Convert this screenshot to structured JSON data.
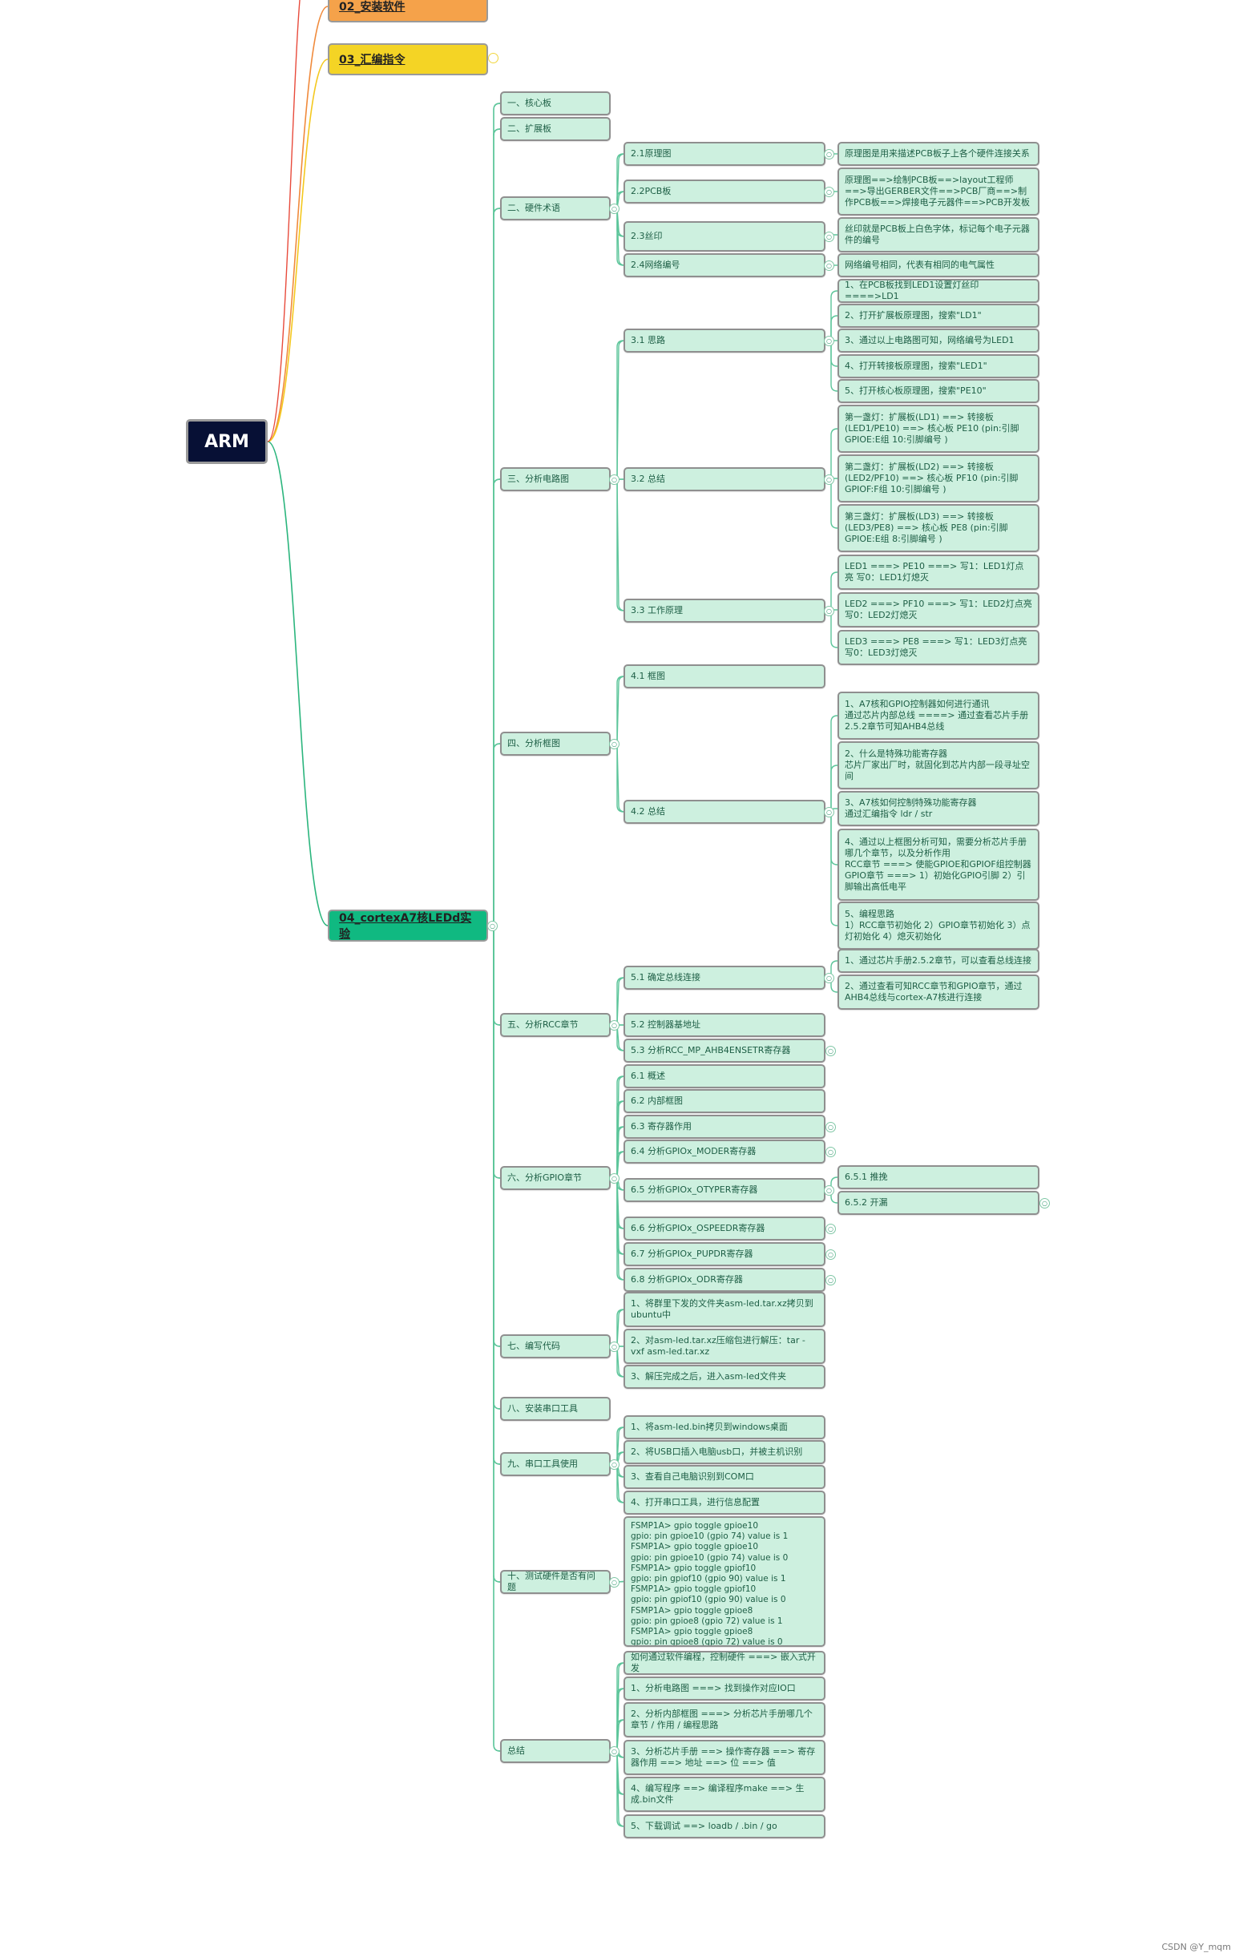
{
  "root": {
    "label": "ARM"
  },
  "top_topics": [
    {
      "label": "02_安装软件",
      "color": "#f5a24a"
    },
    {
      "label": "03_汇编指令",
      "color": "#f4d425"
    },
    {
      "label": "04_cortexA7核LEDd实验",
      "color": "#10b981"
    }
  ],
  "sections": [
    {
      "label": "一、核心板",
      "children": []
    },
    {
      "label": "二、扩展板",
      "children": []
    },
    {
      "label": "二、硬件术语",
      "children": [
        {
          "label": "2.1原理图",
          "children": [
            {
              "label": "原理图是用来描述PCB板子上各个硬件连接关系"
            }
          ]
        },
        {
          "label": "2.2PCB板",
          "children": [
            {
              "label": "原理图==>绘制PCB板==>layout工程师==>导出GERBER文件==>PCB厂商==>制作PCB板==>焊接电子元器件==>PCB开发板"
            }
          ]
        },
        {
          "label": "2.3丝印",
          "children": [
            {
              "label": "丝印就是PCB板上白色字体，标记每个电子元器件的编号"
            }
          ]
        },
        {
          "label": "2.4网络编号",
          "children": [
            {
              "label": "网络编号相同，代表有相同的电气属性"
            }
          ]
        }
      ]
    },
    {
      "label": "三、分析电路图",
      "children": [
        {
          "label": "3.1 思路",
          "children": [
            {
              "label": "1、在PCB板找到LED1设置灯丝印====>LD1"
            },
            {
              "label": "2、打开扩展板原理图，搜索\"LD1\""
            },
            {
              "label": "3、通过以上电路图可知，网络编号为LED1"
            },
            {
              "label": "4、打开转接板原理图，搜索\"LED1\""
            },
            {
              "label": "5、打开核心板原理图，搜索\"PE10\""
            }
          ]
        },
        {
          "label": "3.2 总结",
          "children": [
            {
              "label": "第一盏灯：扩展板(LD1) ==> 转接板(LED1/PE10) ==> 核心板 PE10 (pin:引脚 GPIOE:E组 10:引脚编号 )"
            },
            {
              "label": "第二盏灯：扩展板(LD2) ==> 转接板(LED2/PF10) ==> 核心板 PF10 (pin:引脚 GPIOF:F组 10:引脚编号 )"
            },
            {
              "label": "第三盏灯：扩展板(LD3) ==> 转接板(LED3/PE8) ==> 核心板 PE8 (pin:引脚 GPIOE:E组 8:引脚编号 )"
            }
          ]
        },
        {
          "label": "3.3 工作原理",
          "children": [
            {
              "label": "LED1 ===> PE10  ===> 写1：LED1灯点亮 写0：LED1灯熄灭"
            },
            {
              "label": "LED2 ===> PF10  ===> 写1：LED2灯点亮 写0：LED2灯熄灭"
            },
            {
              "label": "LED3 ===> PE8   ===> 写1：LED3灯点亮  写0：LED3灯熄灭"
            }
          ]
        }
      ]
    },
    {
      "label": "四、分析框图",
      "children": [
        {
          "label": "4.1 框图",
          "children": []
        },
        {
          "label": "4.2 总结",
          "children": [
            {
              "label": "1、A7核和GPIO控制器如何进行通讯\n通过芯片内部总线 ====> 通过查看芯片手册2.5.2章节可知AHB4总线"
            },
            {
              "label": "2、什么是特殊功能寄存器\n芯片厂家出厂时，就固化到芯片内部一段寻址空间"
            },
            {
              "label": "3、A7核如何控制特殊功能寄存器\n通过汇编指令 ldr / str"
            },
            {
              "label": "4、通过以上框图分析可知，需要分析芯片手册哪几个章节，以及分析作用\nRCC章节 ===> 使能GPIOE和GPIOF组控制器\nGPIO章节 ===> 1）初始化GPIO引脚 2）引脚输出高低电平"
            },
            {
              "label": "5、编程思路\n1）RCC章节初始化 2）GPIO章节初始化 3）点灯初始化 4）熄灭初始化"
            }
          ]
        }
      ]
    },
    {
      "label": "五、分析RCC章节",
      "children": [
        {
          "label": "5.1 确定总线连接",
          "children": [
            {
              "label": "1、通过芯片手册2.5.2章节，可以查看总线连接"
            },
            {
              "label": "2、通过查看可知RCC章节和GPIO章节，通过AHB4总线与cortex-A7核进行连接"
            }
          ]
        },
        {
          "label": "5.2 控制器基地址",
          "children": []
        },
        {
          "label": "5.3 分析RCC_MP_AHB4ENSETR寄存器",
          "children": []
        }
      ]
    },
    {
      "label": "六、分析GPIO章节",
      "children": [
        {
          "label": "6.1 概述",
          "children": []
        },
        {
          "label": "6.2 内部框图",
          "children": []
        },
        {
          "label": "6.3 寄存器作用",
          "children": []
        },
        {
          "label": "6.4 分析GPIOx_MODER寄存器",
          "children": []
        },
        {
          "label": "6.5 分析GPIOx_OTYPER寄存器",
          "children": [
            {
              "label": "6.5.1 推挽"
            },
            {
              "label": "6.5.2 开漏"
            }
          ]
        },
        {
          "label": "6.6 分析GPIOx_OSPEEDR寄存器",
          "children": []
        },
        {
          "label": "6.7 分析GPIOx_PUPDR寄存器",
          "children": []
        },
        {
          "label": "6.8 分析GPIOx_ODR寄存器",
          "children": []
        }
      ]
    },
    {
      "label": "七、编写代码",
      "children": [
        {
          "label": "1、将群里下发的文件夹asm-led.tar.xz拷贝到ubuntu中",
          "children": []
        },
        {
          "label": "2、对asm-led.tar.xz压缩包进行解压：tar -vxf asm-led.tar.xz",
          "children": []
        },
        {
          "label": "3、解压完成之后，进入asm-led文件夹",
          "children": []
        }
      ]
    },
    {
      "label": "八、安装串口工具",
      "children": []
    },
    {
      "label": "九、串口工具使用",
      "children": [
        {
          "label": "1、将asm-led.bin拷贝到windows桌面",
          "children": []
        },
        {
          "label": "2、将USB口插入电脑usb口，并被主机识别",
          "children": []
        },
        {
          "label": "3、查看自己电脑识别到COM口",
          "children": []
        },
        {
          "label": "4、打开串口工具，进行信息配置",
          "children": []
        }
      ]
    },
    {
      "label": "十、测试硬件是否有问题",
      "children": [
        {
          "label": "FSMP1A>  gpio toggle gpioe10\ngpio: pin gpioe10 (gpio 74) value is 1\nFSMP1A>  gpio toggle gpioe10\ngpio: pin gpioe10 (gpio 74) value is 0\nFSMP1A>  gpio toggle gpiof10\ngpio: pin gpiof10 (gpio 90) value is 1\nFSMP1A>  gpio toggle gpiof10\ngpio: pin gpiof10 (gpio 90) value is 0\nFSMP1A>  gpio toggle gpioe8\ngpio: pin gpioe8 (gpio 72) value is 1\nFSMP1A>  gpio toggle gpioe8\ngpio: pin gpioe8 (gpio 72) value is 0",
          "children": []
        }
      ]
    },
    {
      "label": "总结",
      "children": [
        {
          "label": "如何通过软件编程，控制硬件 ===> 嵌入式开发",
          "children": []
        },
        {
          "label": "1、分析电路图 ===> 找到操作对应IO口",
          "children": []
        },
        {
          "label": "2、分析内部框图 ===> 分析芯片手册哪几个章节 / 作用 / 编程思路",
          "children": []
        },
        {
          "label": "3、分析芯片手册 ==> 操作寄存器 ==> 寄存器作用  ==> 地址 ==> 位  ==> 值",
          "children": []
        },
        {
          "label": "4、编写程序 ==> 编译程序make  ==> 生成.bin文件",
          "children": []
        },
        {
          "label": "5、下载调试 ==> loadb / .bin / go",
          "children": []
        }
      ]
    }
  ],
  "footer": "CSDN @Y_mqm"
}
